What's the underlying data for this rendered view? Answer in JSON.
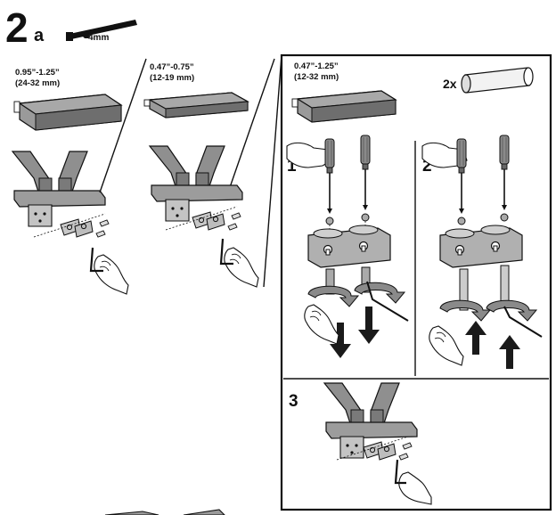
{
  "step": {
    "number": "2",
    "letter": "a"
  },
  "tool": {
    "label": "4mm",
    "icon": "hex-key-icon"
  },
  "options": [
    {
      "id": "a",
      "dim_in": "0.95”-1.25”",
      "dim_mm": "(24-32 mm)"
    },
    {
      "id": "b",
      "dim_in": "0.47”-0.75”",
      "dim_mm": "(12-19 mm)"
    },
    {
      "id": "c",
      "dim_in": "0.47”-1.25”",
      "dim_mm": "(12-32 mm)"
    }
  ],
  "spacer": {
    "qty": "2x"
  },
  "substeps": [
    "1",
    "2",
    "3"
  ],
  "colors": {
    "ink": "#111111",
    "plate_top": "#9a9a9a",
    "plate_side": "#6e6e6e",
    "metal": "#bdbdbd",
    "arrow": "#1a1a1a",
    "turn_arrow": "#8a8a8a"
  }
}
